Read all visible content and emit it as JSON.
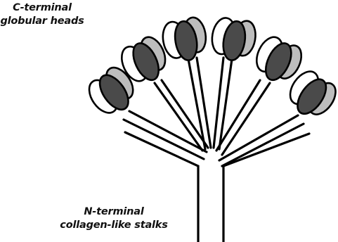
{
  "labels": {
    "c_terminal_line1": "C-terminal",
    "c_terminal_line2": "globular heads",
    "n_terminal_line1": "N-terminal",
    "n_terminal_line2": "collagen-like stalks"
  },
  "colors": {
    "outline": "#000000",
    "head_dark": "#4a4a4a",
    "head_light": "#bdbdbd",
    "head_white": "#ffffff",
    "background": "#ffffff"
  },
  "diagram": {
    "stalk_count": 6,
    "head_count": 6,
    "head_subunits": 3
  }
}
